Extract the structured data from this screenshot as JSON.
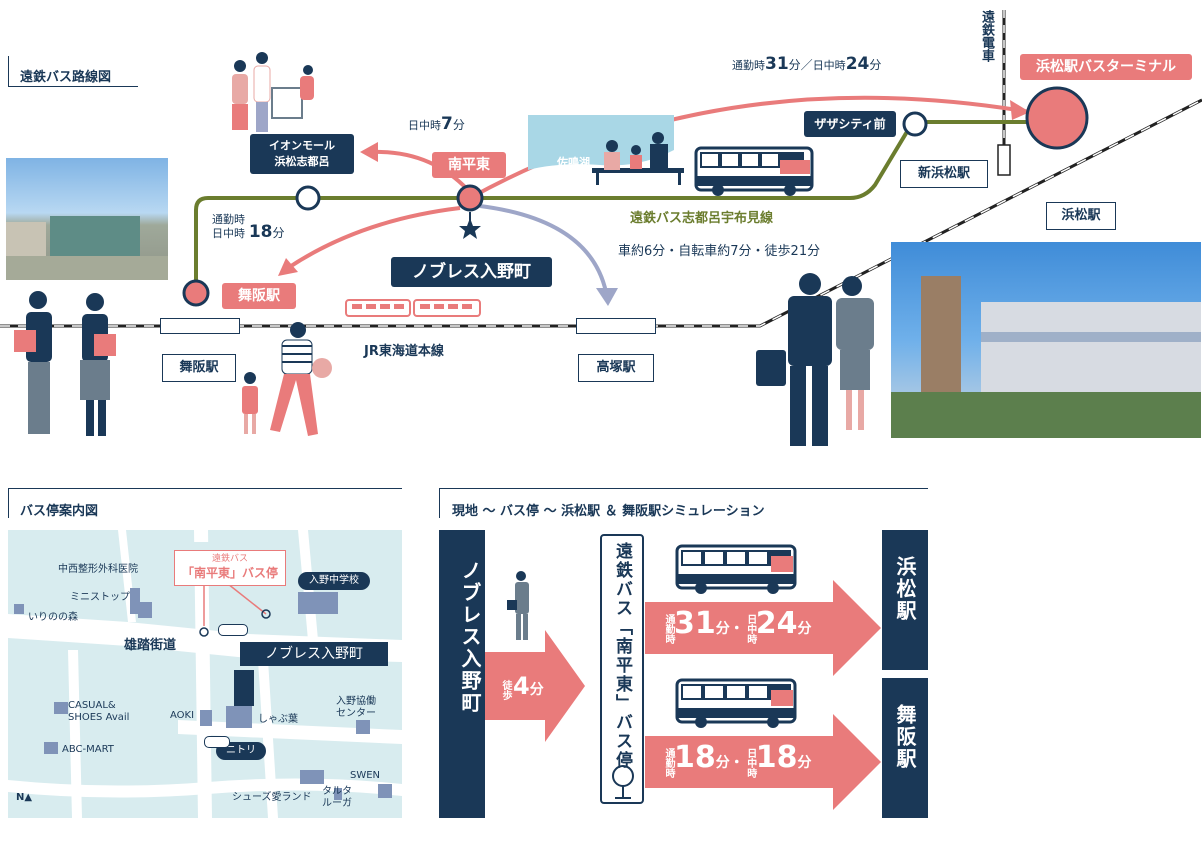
{
  "route_map": {
    "title": "遠鉄バス路線図",
    "line_name": "遠鉄バス志都呂宇布見線",
    "rail_name": "JR東海道本線",
    "enshu_railway": "遠鉄電車",
    "stations": {
      "maisaka": "舞阪駅",
      "takatsuka": "高塚駅",
      "hamamatsu": "浜松駅",
      "shin_hamamatsu": "新浜松駅"
    },
    "stops": {
      "aeon": "イオンモール\n浜松志都呂",
      "minamihiragashi": "南平東",
      "maisaka_stop": "舞阪駅",
      "zazacity": "ザザシティ前",
      "bus_terminal": "浜松駅バスターミナル"
    },
    "property": "ノブレス入野町",
    "lake": "佐鳴湖",
    "times": {
      "to_aeon_prefix": "日中時",
      "to_aeon_value": "7",
      "to_aeon_unit": "分",
      "to_maisaka_prefix_1": "通勤時",
      "to_maisaka_prefix_2": "日中時",
      "to_maisaka_value": "18",
      "to_maisaka_unit": "分",
      "to_terminal_commute_prefix": "通勤時",
      "to_terminal_commute_value": "31",
      "to_terminal_sep": "分／",
      "to_terminal_day_prefix": "日中時",
      "to_terminal_day_value": "24",
      "to_terminal_unit": "分",
      "to_takatsuka": "車約6分・自転車約7分・徒歩21分"
    }
  },
  "bus_stop_map": {
    "title": "バス停案内図",
    "labels": {
      "clinic": "中西整形外科医院",
      "ministop": "ミニストップ",
      "irino_mori": "いりのの森",
      "yuto_road": "雄踏街道",
      "casual_shoes": "CASUAL&\nSHOES Avail",
      "abc_mart": "ABC-MART",
      "aoki": "AOKI",
      "shabuyo": "しゃぶ葉",
      "nitori": "ニトリ",
      "irino_kyodo": "入野協働\nセンター",
      "swen": "SWEN",
      "shoes_land": "シューズ愛ランド",
      "taruta": "タルタ\nルーガ",
      "irino_jhs": "入野中学校",
      "bus_stop_line1": "遠鉄バス",
      "bus_stop_line2": "「南平東」バス停",
      "property": "ノブレス入野町",
      "north": "N"
    }
  },
  "simulation": {
    "title": "現地 ～ バス停 ～ 浜松駅 ＆ 舞阪駅シミュレーション",
    "origin": "ノブレス入野町",
    "walk_prefix": "徒歩",
    "walk_value": "4",
    "walk_unit": "分",
    "bus_stop": "遠鉄バス「南平東」バス停",
    "to_hamamatsu": {
      "commute_prefix": "通勤時",
      "commute_value": "31",
      "unit": "分",
      "sep": "・",
      "day_prefix": "日中時",
      "day_value": "24",
      "dest": "浜松駅"
    },
    "to_maisaka": {
      "commute_prefix": "通勤時",
      "commute_value": "18",
      "unit": "分",
      "sep": "・",
      "day_prefix": "日中時",
      "day_value": "18",
      "dest": "舞阪駅"
    }
  },
  "colors": {
    "navy": "#1a3857",
    "pink": "#e97b7b",
    "green": "#6b7d2e",
    "map_bg": "#d8ecef"
  }
}
